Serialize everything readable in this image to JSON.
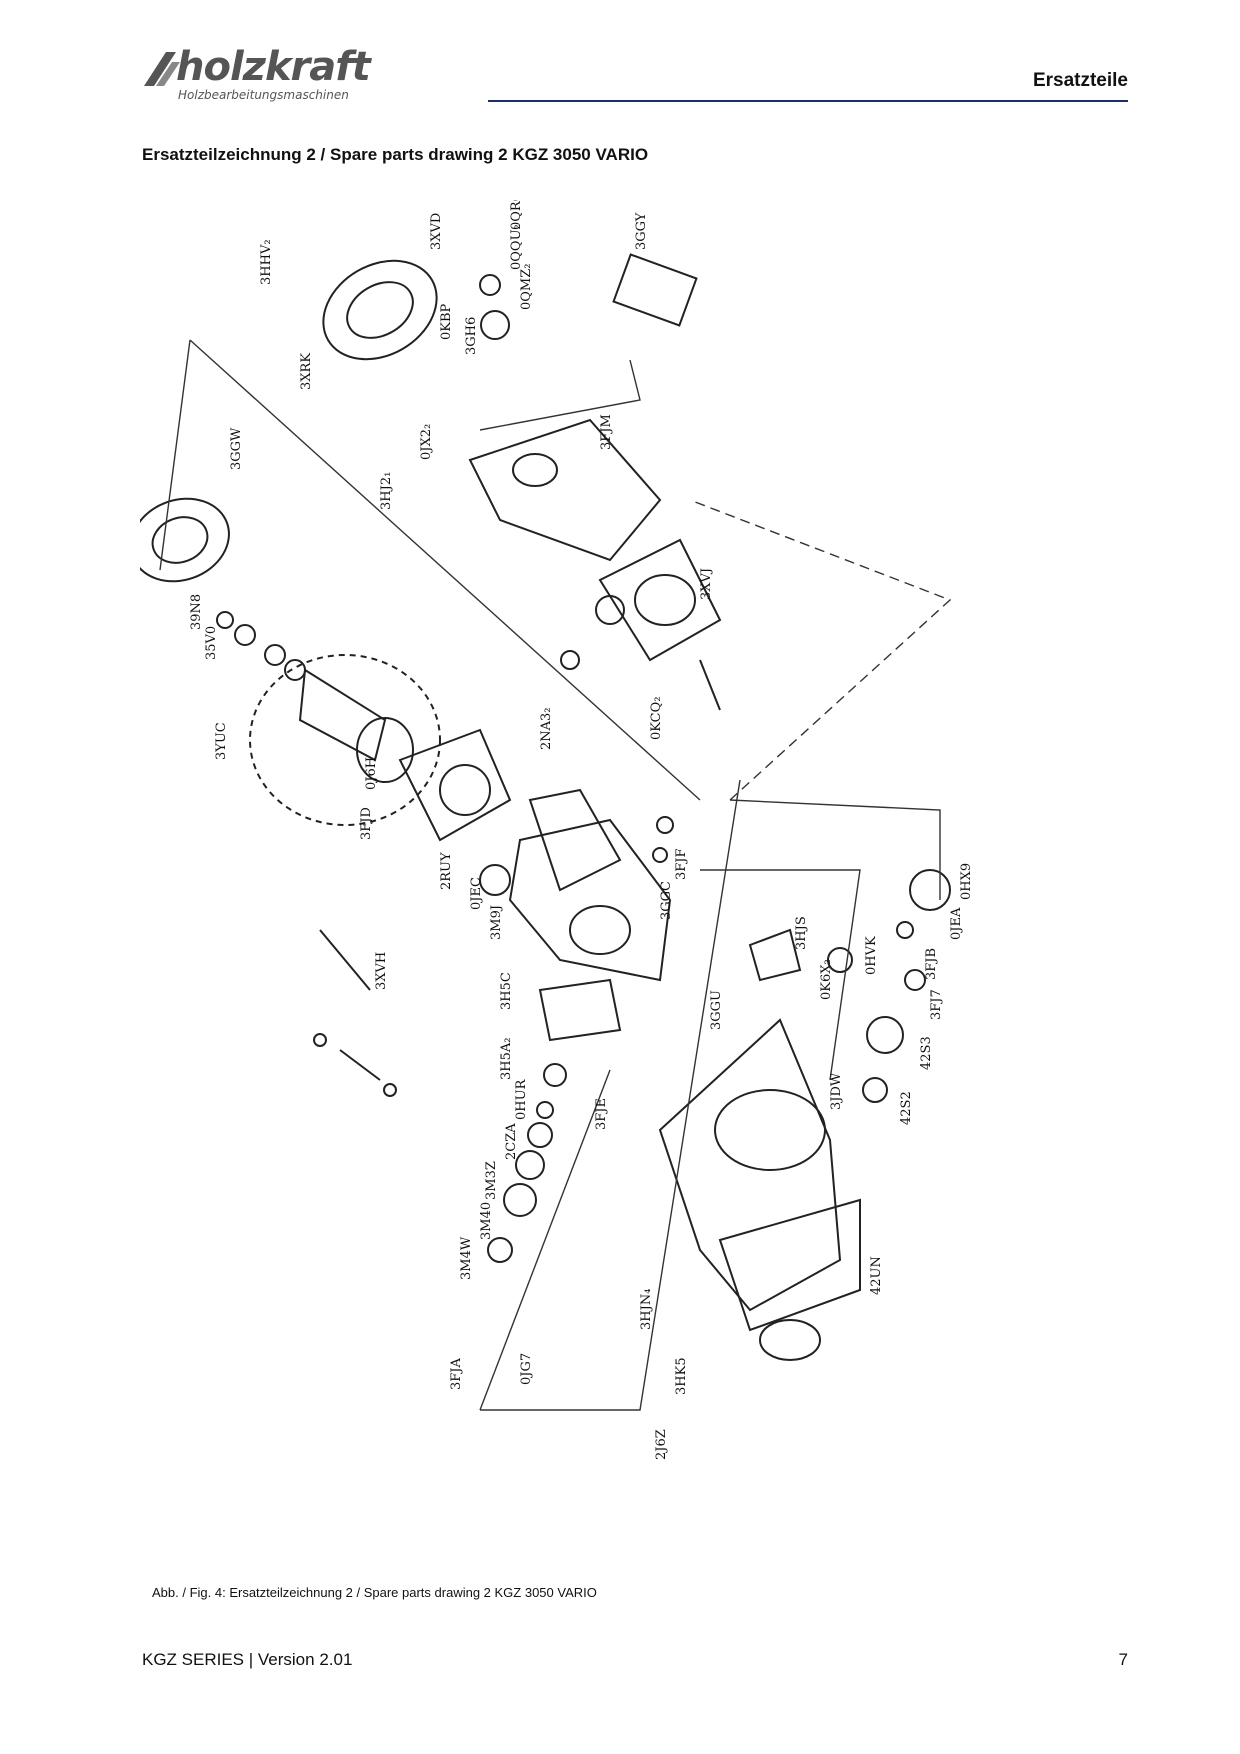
{
  "header": {
    "brand": "holzkraft",
    "brand_sub": "Holzbearbeitungsmaschinen",
    "section": "Ersatzteile"
  },
  "title": "Ersatzteilzeichnung 2 / Spare parts drawing 2 KGZ 3050 VARIO",
  "drawing": {
    "labels": [
      "3HHV₂",
      "3XVD",
      "0QRQ₂",
      "0QQU₂",
      "0QMZ₂",
      "3GGY",
      "0KBP",
      "3GH6",
      "3XRK",
      "0JX2₂",
      "3FJM",
      "3GGW",
      "3HJ2₁",
      "3XVJ",
      "39N8",
      "35V0",
      "3YUC",
      "0KCQ₂",
      "2NA3₂",
      "0J6H",
      "3FJD",
      "2RUY",
      "0JEC",
      "3FJF",
      "3M9J",
      "3GGC",
      "3XVH",
      "3H5C",
      "3H5A₂",
      "0HUR",
      "3FJE",
      "2CZA",
      "3M3Z",
      "3M40",
      "3M4W",
      "3FJA",
      "0JG7",
      "0HX9",
      "0JEA",
      "3FJB",
      "3FJ7",
      "3HJS",
      "0HVK",
      "0K6X₂",
      "3GGU",
      "3JDW",
      "42S3",
      "42S2",
      "42UN",
      "3HJN₄",
      "3HK5",
      "2J6Z"
    ]
  },
  "caption": "Abb. / Fig. 4: Ersatzteilzeichnung 2 / Spare parts drawing 2 KGZ 3050 VARIO",
  "footer": {
    "series": "KGZ SERIES | Version 2.01",
    "page": "7"
  }
}
